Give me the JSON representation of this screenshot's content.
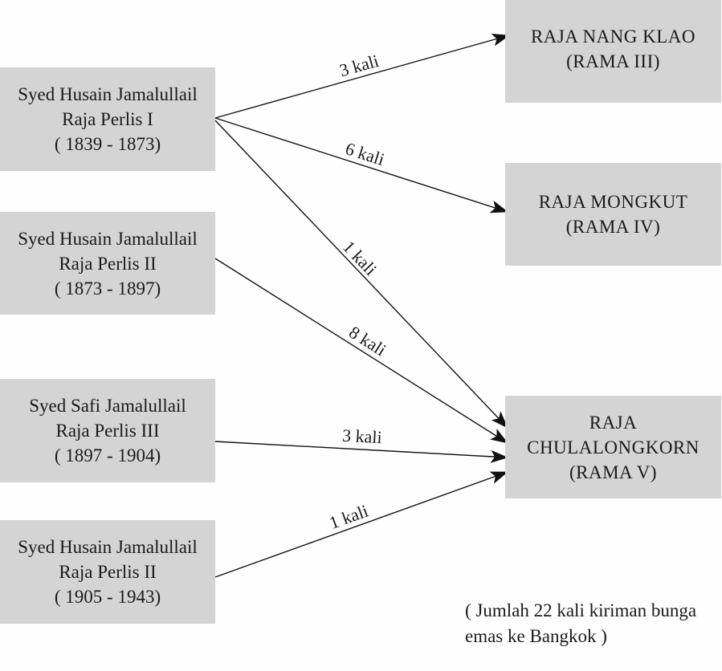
{
  "sources": [
    {
      "id": "src1",
      "name": "Syed Husain Jamalullail",
      "title": "Raja Perlis I",
      "period": "( 1839 - 1873)"
    },
    {
      "id": "src2",
      "name": "Syed Husain Jamalullail",
      "title": "Raja Perlis II",
      "period": "( 1873 - 1897)"
    },
    {
      "id": "src3",
      "name": "Syed Safi Jamalullail",
      "title": "Raja Perlis III",
      "period": "( 1897 - 1904)"
    },
    {
      "id": "src4",
      "name": "Syed Husain Jamalullail",
      "title": "Raja Perlis II",
      "period": "( 1905 - 1943)"
    }
  ],
  "targets": [
    {
      "id": "dst1",
      "lines": [
        "RAJA NANG KLAO",
        "(RAMA III)"
      ]
    },
    {
      "id": "dst2",
      "lines": [
        "RAJA MONGKUT",
        "(RAMA IV)"
      ]
    },
    {
      "id": "dst3",
      "lines": [
        "RAJA",
        "CHULALONGKORN",
        "(RAMA V)"
      ]
    }
  ],
  "edges": [
    {
      "from": "src1",
      "to": "dst1",
      "label": "3 kali",
      "count": 3
    },
    {
      "from": "src1",
      "to": "dst2",
      "label": "6 kali",
      "count": 6
    },
    {
      "from": "src1",
      "to": "dst3",
      "label": "1 kali",
      "count": 1
    },
    {
      "from": "src2",
      "to": "dst3",
      "label": "8 kali",
      "count": 8
    },
    {
      "from": "src3",
      "to": "dst3",
      "label": "3 kali",
      "count": 3
    },
    {
      "from": "src4",
      "to": "dst3",
      "label": "1 kali",
      "count": 1
    }
  ],
  "note": {
    "line1": "( Jumlah 22 kali kiriman bunga",
    "line2": "emas ke Bangkok )"
  }
}
